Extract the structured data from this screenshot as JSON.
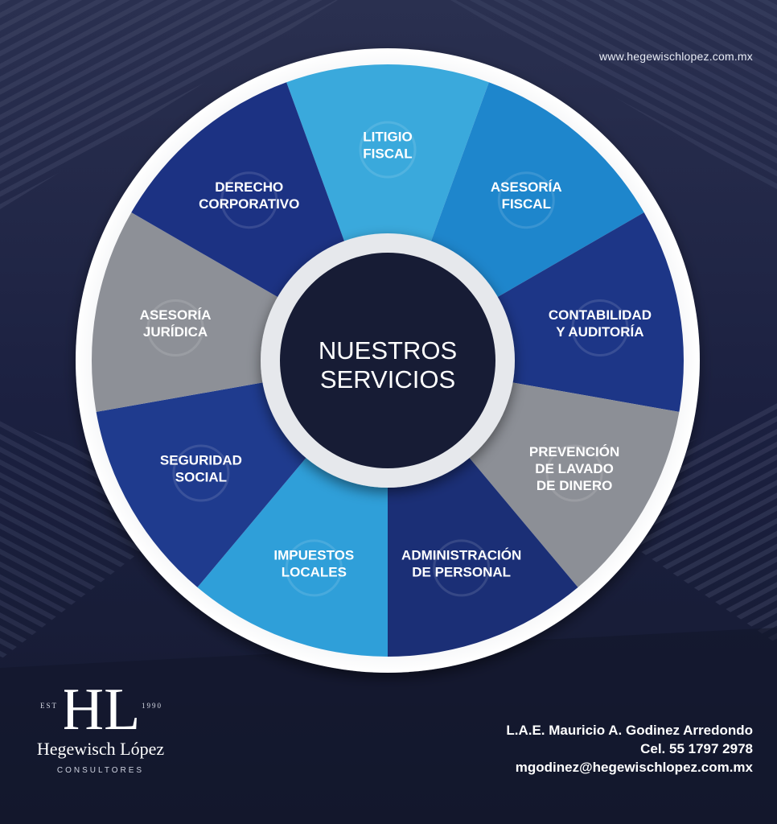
{
  "website": "www.hegewischlopez.com.mx",
  "center": {
    "line1": "NUESTROS",
    "line2": "SERVICIOS"
  },
  "services": [
    {
      "lines": [
        "LITIGIO",
        "FISCAL"
      ],
      "color": "#3aa9dc",
      "icon": "pen-icon"
    },
    {
      "lines": [
        "ASESORÍA",
        "FISCAL"
      ],
      "color": "#1e86cc",
      "icon": "presentation-board-icon"
    },
    {
      "lines": [
        "CONTABILIDAD",
        "Y AUDITORÍA"
      ],
      "color": "#1d3687",
      "icon": "coins-icon"
    },
    {
      "lines": [
        "PREVENCIÓN",
        "DE LAVADO",
        "DE DINERO"
      ],
      "color": "#8c8f96",
      "icon": "money-icon"
    },
    {
      "lines": [
        "ADMINISTRACIÓN",
        "DE PERSONAL"
      ],
      "color": "#1b2f76",
      "icon": "people-icon"
    },
    {
      "lines": [
        "IMPUESTOS",
        "LOCALES"
      ],
      "color": "#2f9fd9",
      "icon": "pie-chart-icon"
    },
    {
      "lines": [
        "SEGURIDAD",
        "SOCIAL"
      ],
      "color": "#1f3b8e",
      "icon": "calendar-icon"
    },
    {
      "lines": [
        "ASESORÍA",
        "JURÍDICA"
      ],
      "color": "#8d9097",
      "icon": "handshake-icon"
    },
    {
      "lines": [
        "DERECHO",
        "CORPORATIVO"
      ],
      "color": "#1c3283",
      "icon": "document-icon"
    }
  ],
  "logo": {
    "monogram": "HL",
    "est": "EST",
    "year": "1990",
    "name": "Hegewisch López",
    "subtitle": "CONSULTORES"
  },
  "contact": {
    "name": "L.A.E. Mauricio A. Godinez Arredondo",
    "phone": "Cel. 55 1797 2978",
    "email": "mgodinez@hegewischlopez.com.mx"
  }
}
